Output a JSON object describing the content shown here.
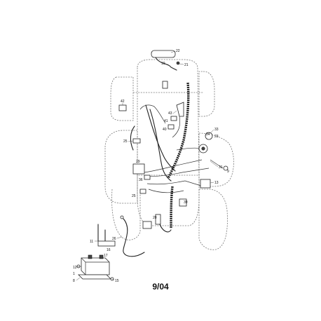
{
  "diagram": {
    "callouts": [
      "22",
      "19",
      "21",
      "42",
      "43",
      "41",
      "40",
      "33",
      "34",
      "25",
      "29",
      "36",
      "31",
      "13",
      "9",
      "25",
      "39",
      "20",
      "26",
      "11",
      "12",
      "1",
      "16",
      "15",
      "8",
      "17",
      "23"
    ],
    "footer": "9/04"
  }
}
